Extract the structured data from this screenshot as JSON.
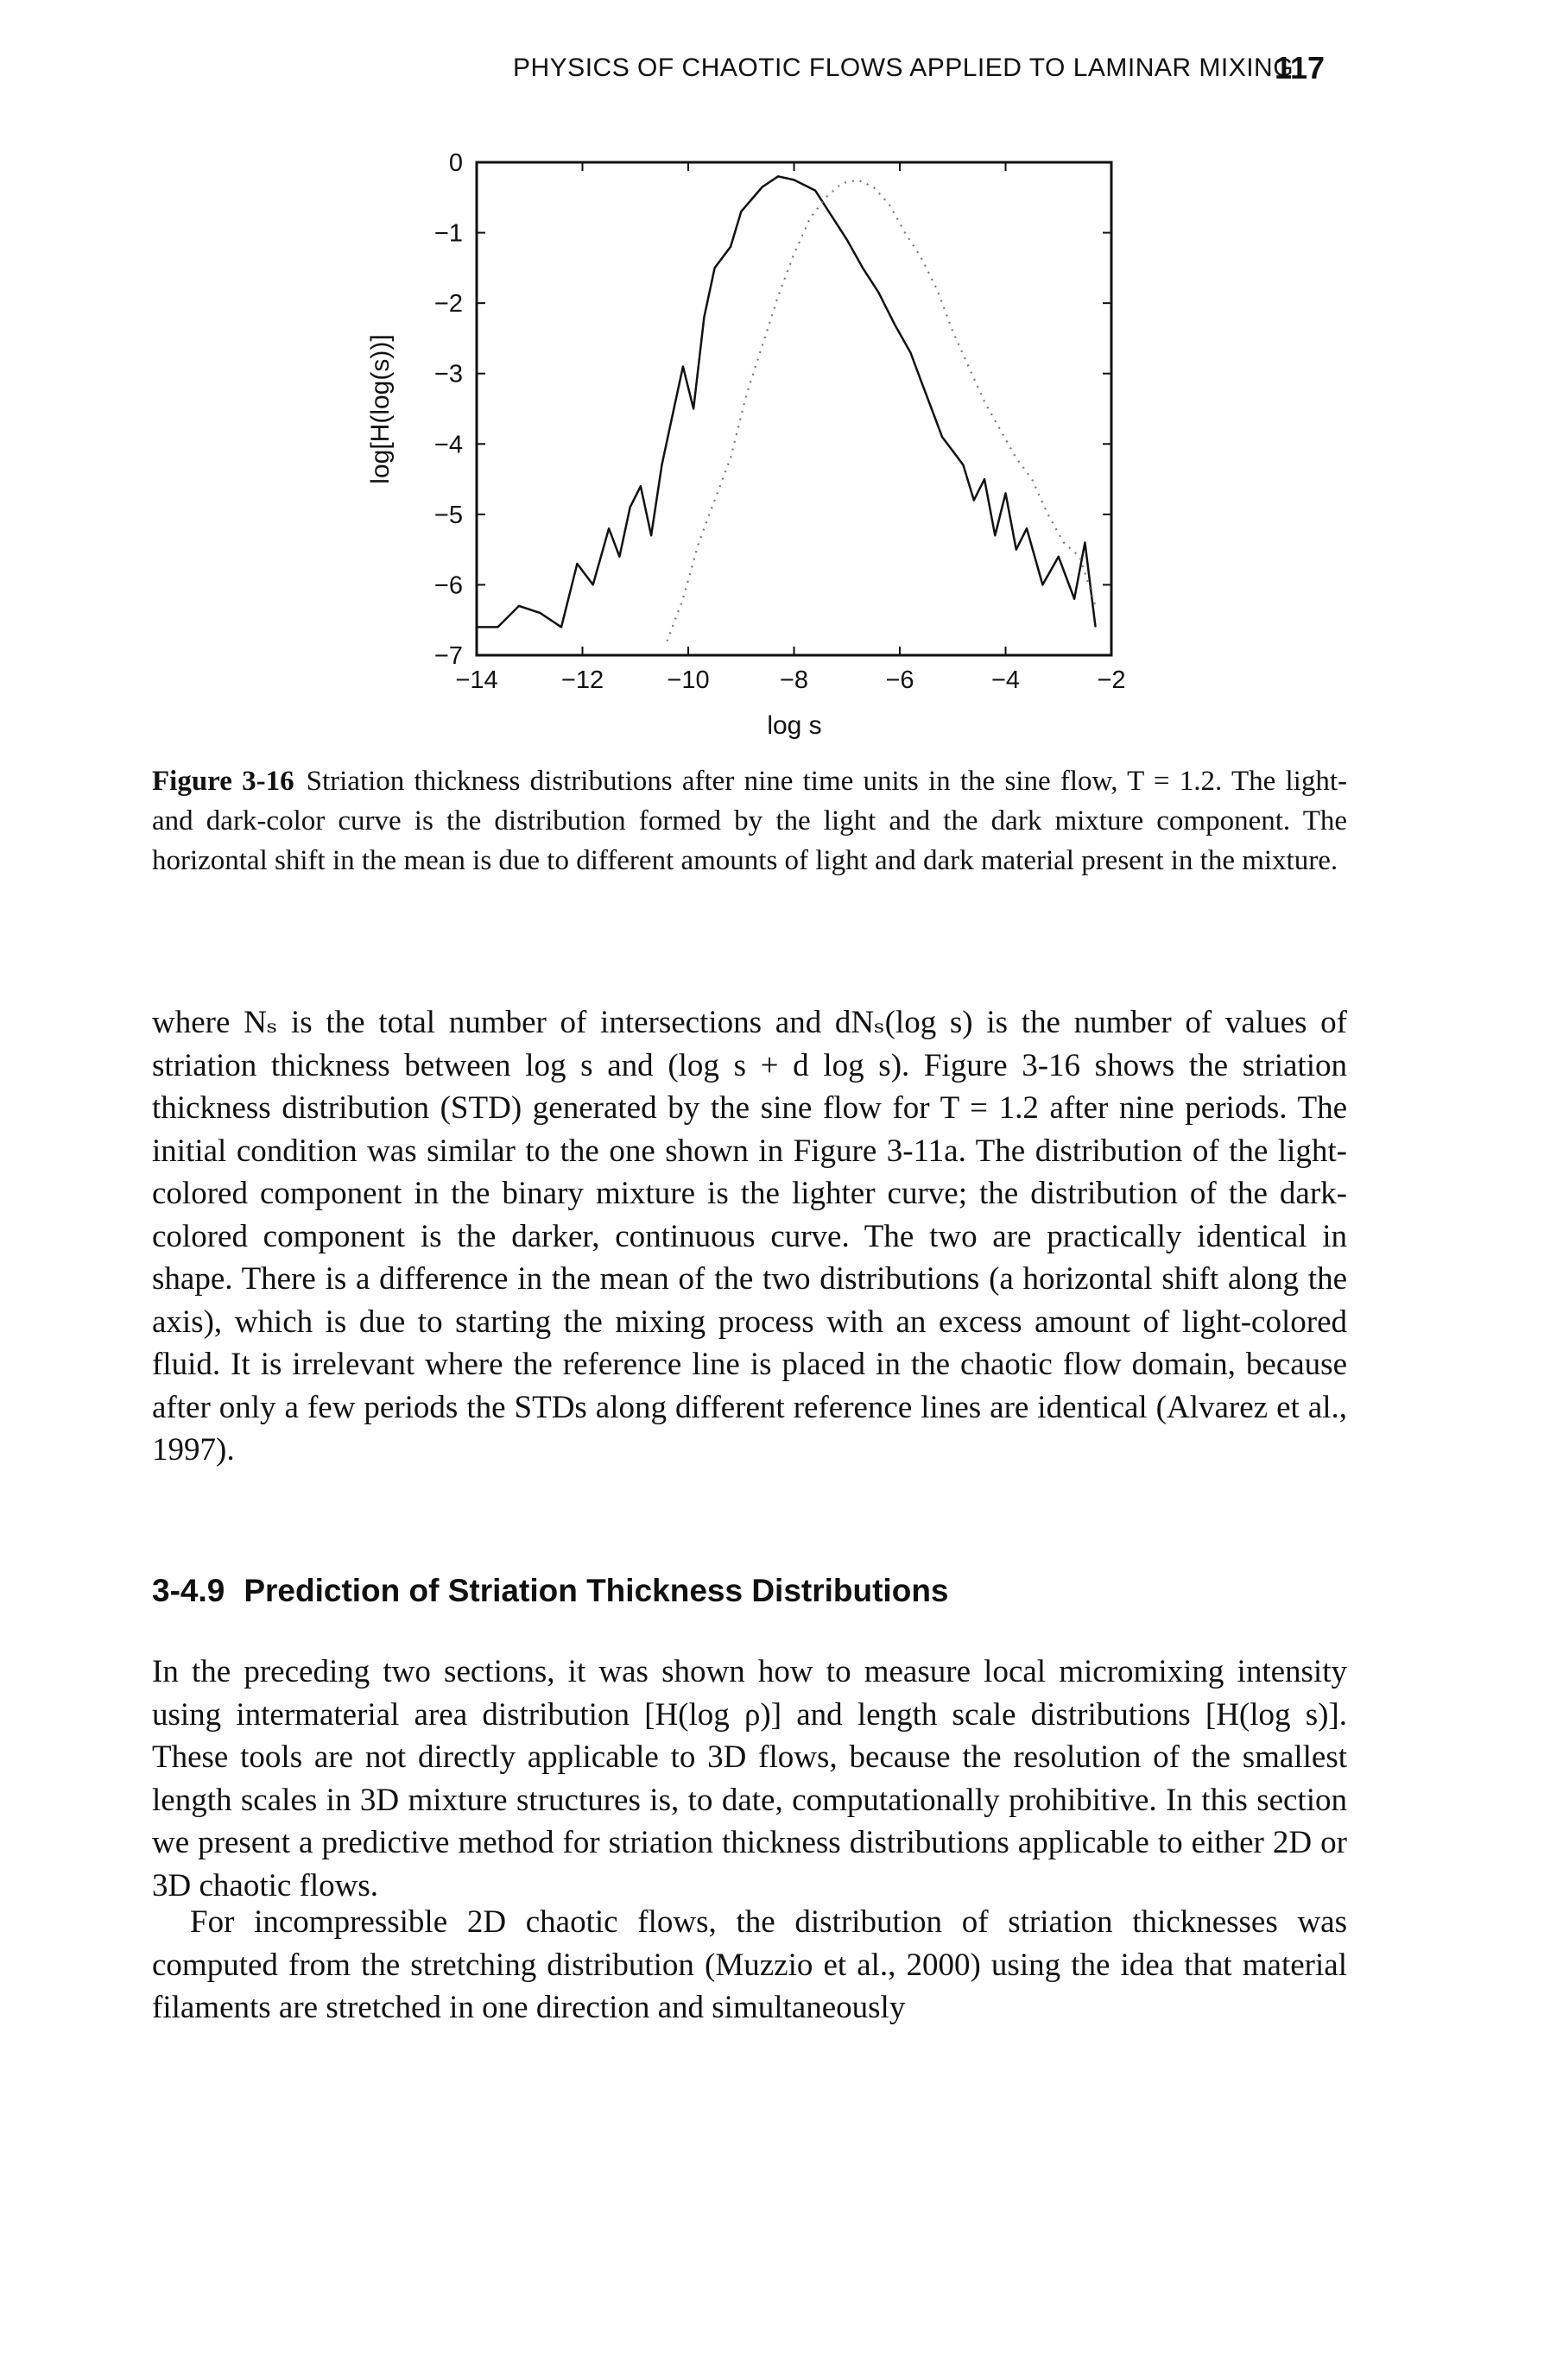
{
  "page": {
    "running_head": "PHYSICS OF CHAOTIC FLOWS APPLIED TO LAMINAR MIXING",
    "page_number": "117"
  },
  "figure": {
    "label": "Figure 3-16",
    "caption": "Striation thickness distributions after nine time units in the sine flow, T = 1.2. The light- and dark-color curve is the distribution formed by the light and the dark mixture component. The horizontal shift in the mean is due to different amounts of light and dark material present in the mixture."
  },
  "chart_data": {
    "type": "line",
    "xlabel": "log s",
    "ylabel": "log[H(log(s))]",
    "xlim": [
      -14,
      -2
    ],
    "ylim": [
      -7,
      0
    ],
    "xticks": [
      -14,
      -12,
      -10,
      -8,
      -6,
      -4,
      -2
    ],
    "yticks": [
      0,
      -1,
      -2,
      -3,
      -4,
      -5,
      -6,
      -7
    ],
    "grid": false,
    "series": [
      {
        "style": "dark solid",
        "color": "#111111",
        "x": [
          -14.0,
          -13.6,
          -13.2,
          -12.8,
          -12.4,
          -12.1,
          -11.8,
          -11.5,
          -11.3,
          -11.1,
          -10.9,
          -10.7,
          -10.5,
          -10.3,
          -10.1,
          -9.9,
          -9.7,
          -9.5,
          -9.2,
          -9.0,
          -8.6,
          -8.3,
          -8.0,
          -7.6,
          -7.3,
          -7.0,
          -6.7,
          -6.4,
          -6.1,
          -5.8,
          -5.6,
          -5.4,
          -5.2,
          -5.0,
          -4.8,
          -4.6,
          -4.4,
          -4.2,
          -4.0,
          -3.8,
          -3.6,
          -3.3,
          -3.0,
          -2.7,
          -2.5,
          -2.3
        ],
        "y": [
          -6.6,
          -6.6,
          -6.3,
          -6.4,
          -6.6,
          -5.7,
          -6.0,
          -5.2,
          -5.6,
          -4.9,
          -4.6,
          -5.3,
          -4.3,
          -3.6,
          -2.9,
          -3.5,
          -2.2,
          -1.5,
          -1.2,
          -0.7,
          -0.35,
          -0.2,
          -0.25,
          -0.4,
          -0.75,
          -1.1,
          -1.5,
          -1.85,
          -2.3,
          -2.7,
          -3.1,
          -3.5,
          -3.9,
          -4.1,
          -4.3,
          -4.8,
          -4.5,
          -5.3,
          -4.7,
          -5.5,
          -5.2,
          -6.0,
          -5.6,
          -6.2,
          -5.4,
          -6.6
        ]
      },
      {
        "style": "light dotted",
        "color": "#777777",
        "x": [
          -10.4,
          -10.1,
          -9.8,
          -9.5,
          -9.2,
          -8.9,
          -8.6,
          -8.3,
          -8.0,
          -7.7,
          -7.4,
          -7.1,
          -6.8,
          -6.5,
          -6.2,
          -5.9,
          -5.6,
          -5.3,
          -5.0,
          -4.7,
          -4.4,
          -4.1,
          -3.8,
          -3.5,
          -3.2,
          -2.9,
          -2.6,
          -2.3
        ],
        "y": [
          -6.8,
          -6.2,
          -5.4,
          -4.8,
          -4.2,
          -3.3,
          -2.6,
          -1.9,
          -1.3,
          -0.8,
          -0.5,
          -0.3,
          -0.25,
          -0.35,
          -0.6,
          -1.0,
          -1.35,
          -1.8,
          -2.4,
          -2.9,
          -3.4,
          -3.8,
          -4.2,
          -4.5,
          -5.0,
          -5.4,
          -5.6,
          -6.3
        ]
      }
    ]
  },
  "body": {
    "para_1": "where Nₛ is the total number of intersections and dNₛ(log s) is the number of values of striation thickness between log s and (log s + d log s). Figure 3-16 shows the striation thickness distribution (STD) generated by the sine flow for T = 1.2 after nine periods. The initial condition was similar to the one shown in Figure 3-11a. The distribution of the light-colored component in the binary mixture is the lighter curve; the distribution of the dark-colored component is the darker, continuous curve. The two are practically identical in shape. There is a difference in the mean of the two distributions (a horizontal shift along the axis), which is due to starting the mixing process with an excess amount of light-colored fluid. It is irrelevant where the reference line is placed in the chaotic flow domain, because after only a few periods the STDs along different reference lines are identical (Alvarez et al., 1997).",
    "section_number": "3-4.9",
    "section_title": "Prediction of Striation Thickness Distributions",
    "para_2": "In the preceding two sections, it was shown how to measure local micromixing intensity using intermaterial area distribution [H(log ρ)] and length scale distributions [H(log s)]. These tools are not directly applicable to 3D flows, because the resolution of the smallest length scales in 3D mixture structures is, to date, computationally prohibitive. In this section we present a predictive method for striation thickness distributions applicable to either 2D or 3D chaotic flows.",
    "para_3": "For incompressible 2D chaotic flows, the distribution of striation thicknesses was computed from the stretching distribution (Muzzio et al., 2000) using the idea that material filaments are stretched in one direction and simultaneously"
  }
}
